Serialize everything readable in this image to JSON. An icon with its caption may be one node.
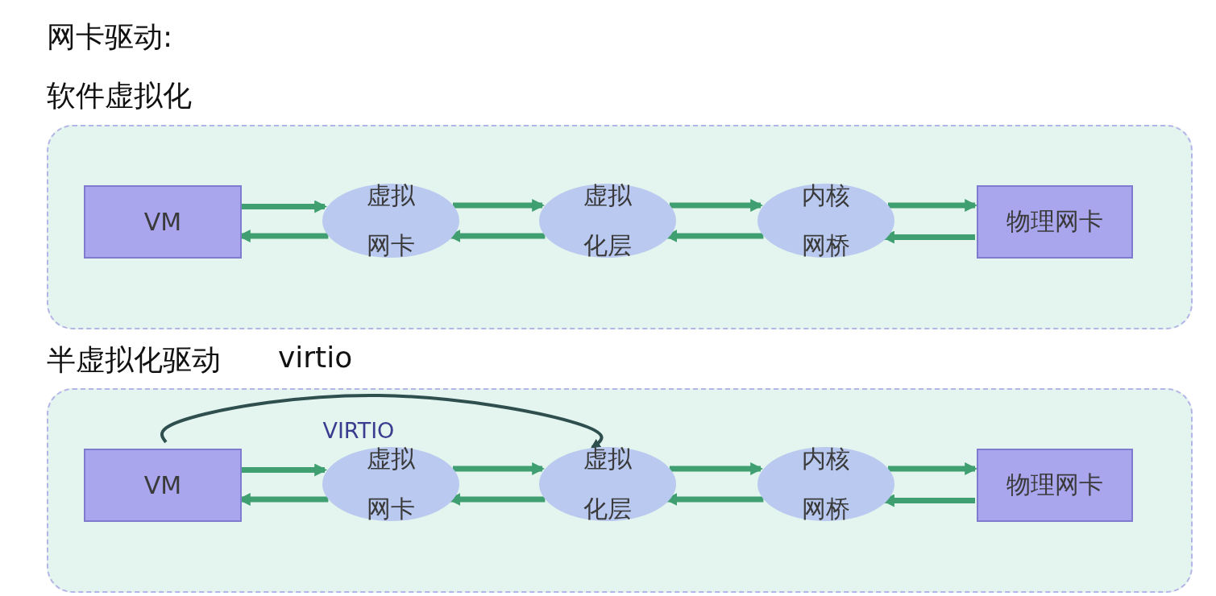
{
  "diagram": {
    "title": "网卡驱动:",
    "nodes": [
      {
        "text": [],
        "shape": "box"
      },
      {
        "text": [
          "VM"
        ],
        "in": 0
      },
      {
        "text": [
          "虚拟网卡"
        ],
        "in": 0
      },
      {
        "text": [
          "虚拟化层"
        ],
        "in": 0
      },
      {
        "text": [
          "内核网桥"
        ],
        "in": 0
      },
      {
        "text": [
          "物理网卡"
        ],
        "in": 0
      },
      {
        "text": [],
        "shape": "box"
      },
      {
        "text": [
          "VM"
        ],
        "in": 6
      },
      {
        "text": [
          "虚拟网卡"
        ],
        "in": 6
      },
      {
        "text": [
          "虚拟化层"
        ],
        "in": 6
      },
      {
        "text": [
          "内核网桥"
        ],
        "in": 6
      },
      {
        "text": [
          "物理网卡"
        ],
        "in": 6
      }
    ],
    "edges": [
      {
        "from": 1,
        "to": 2,
        "arrow": "to"
      },
      {
        "from": 2,
        "to": 1,
        "arrow": "to"
      },
      {
        "from": 2,
        "to": 3,
        "arrow": "to"
      },
      {
        "from": 3,
        "to": 2,
        "arrow": "to"
      },
      {
        "from": 3,
        "to": 4,
        "arrow": "to"
      },
      {
        "from": 4,
        "to": 3,
        "arrow": "to"
      },
      {
        "from": 4,
        "to": 5,
        "arrow": "to"
      },
      {
        "from": 5,
        "to": 4,
        "arrow": "to"
      },
      {
        "from": 7,
        "to": 9,
        "arrow": "to",
        "color": "#2f4f4f",
        "label": "VIRTIO"
      },
      {
        "from": 7,
        "to": 8,
        "arrow": "to"
      },
      {
        "from": 8,
        "to": 7,
        "arrow": "to"
      },
      {
        "from": 8,
        "to": 9,
        "arrow": "to"
      },
      {
        "from": 9,
        "to": 8,
        "arrow": "to"
      },
      {
        "from": 9,
        "to": 10,
        "arrow": "to"
      },
      {
        "from": 10,
        "to": 9,
        "arrow": "to"
      },
      {
        "from": 10,
        "to": 11,
        "arrow": "to"
      },
      {
        "from": 11,
        "to": 10,
        "arrow": "to"
      }
    ],
    "labels": [
      "软件虚拟化",
      "半虚拟化驱动",
      "virtio"
    ]
  }
}
